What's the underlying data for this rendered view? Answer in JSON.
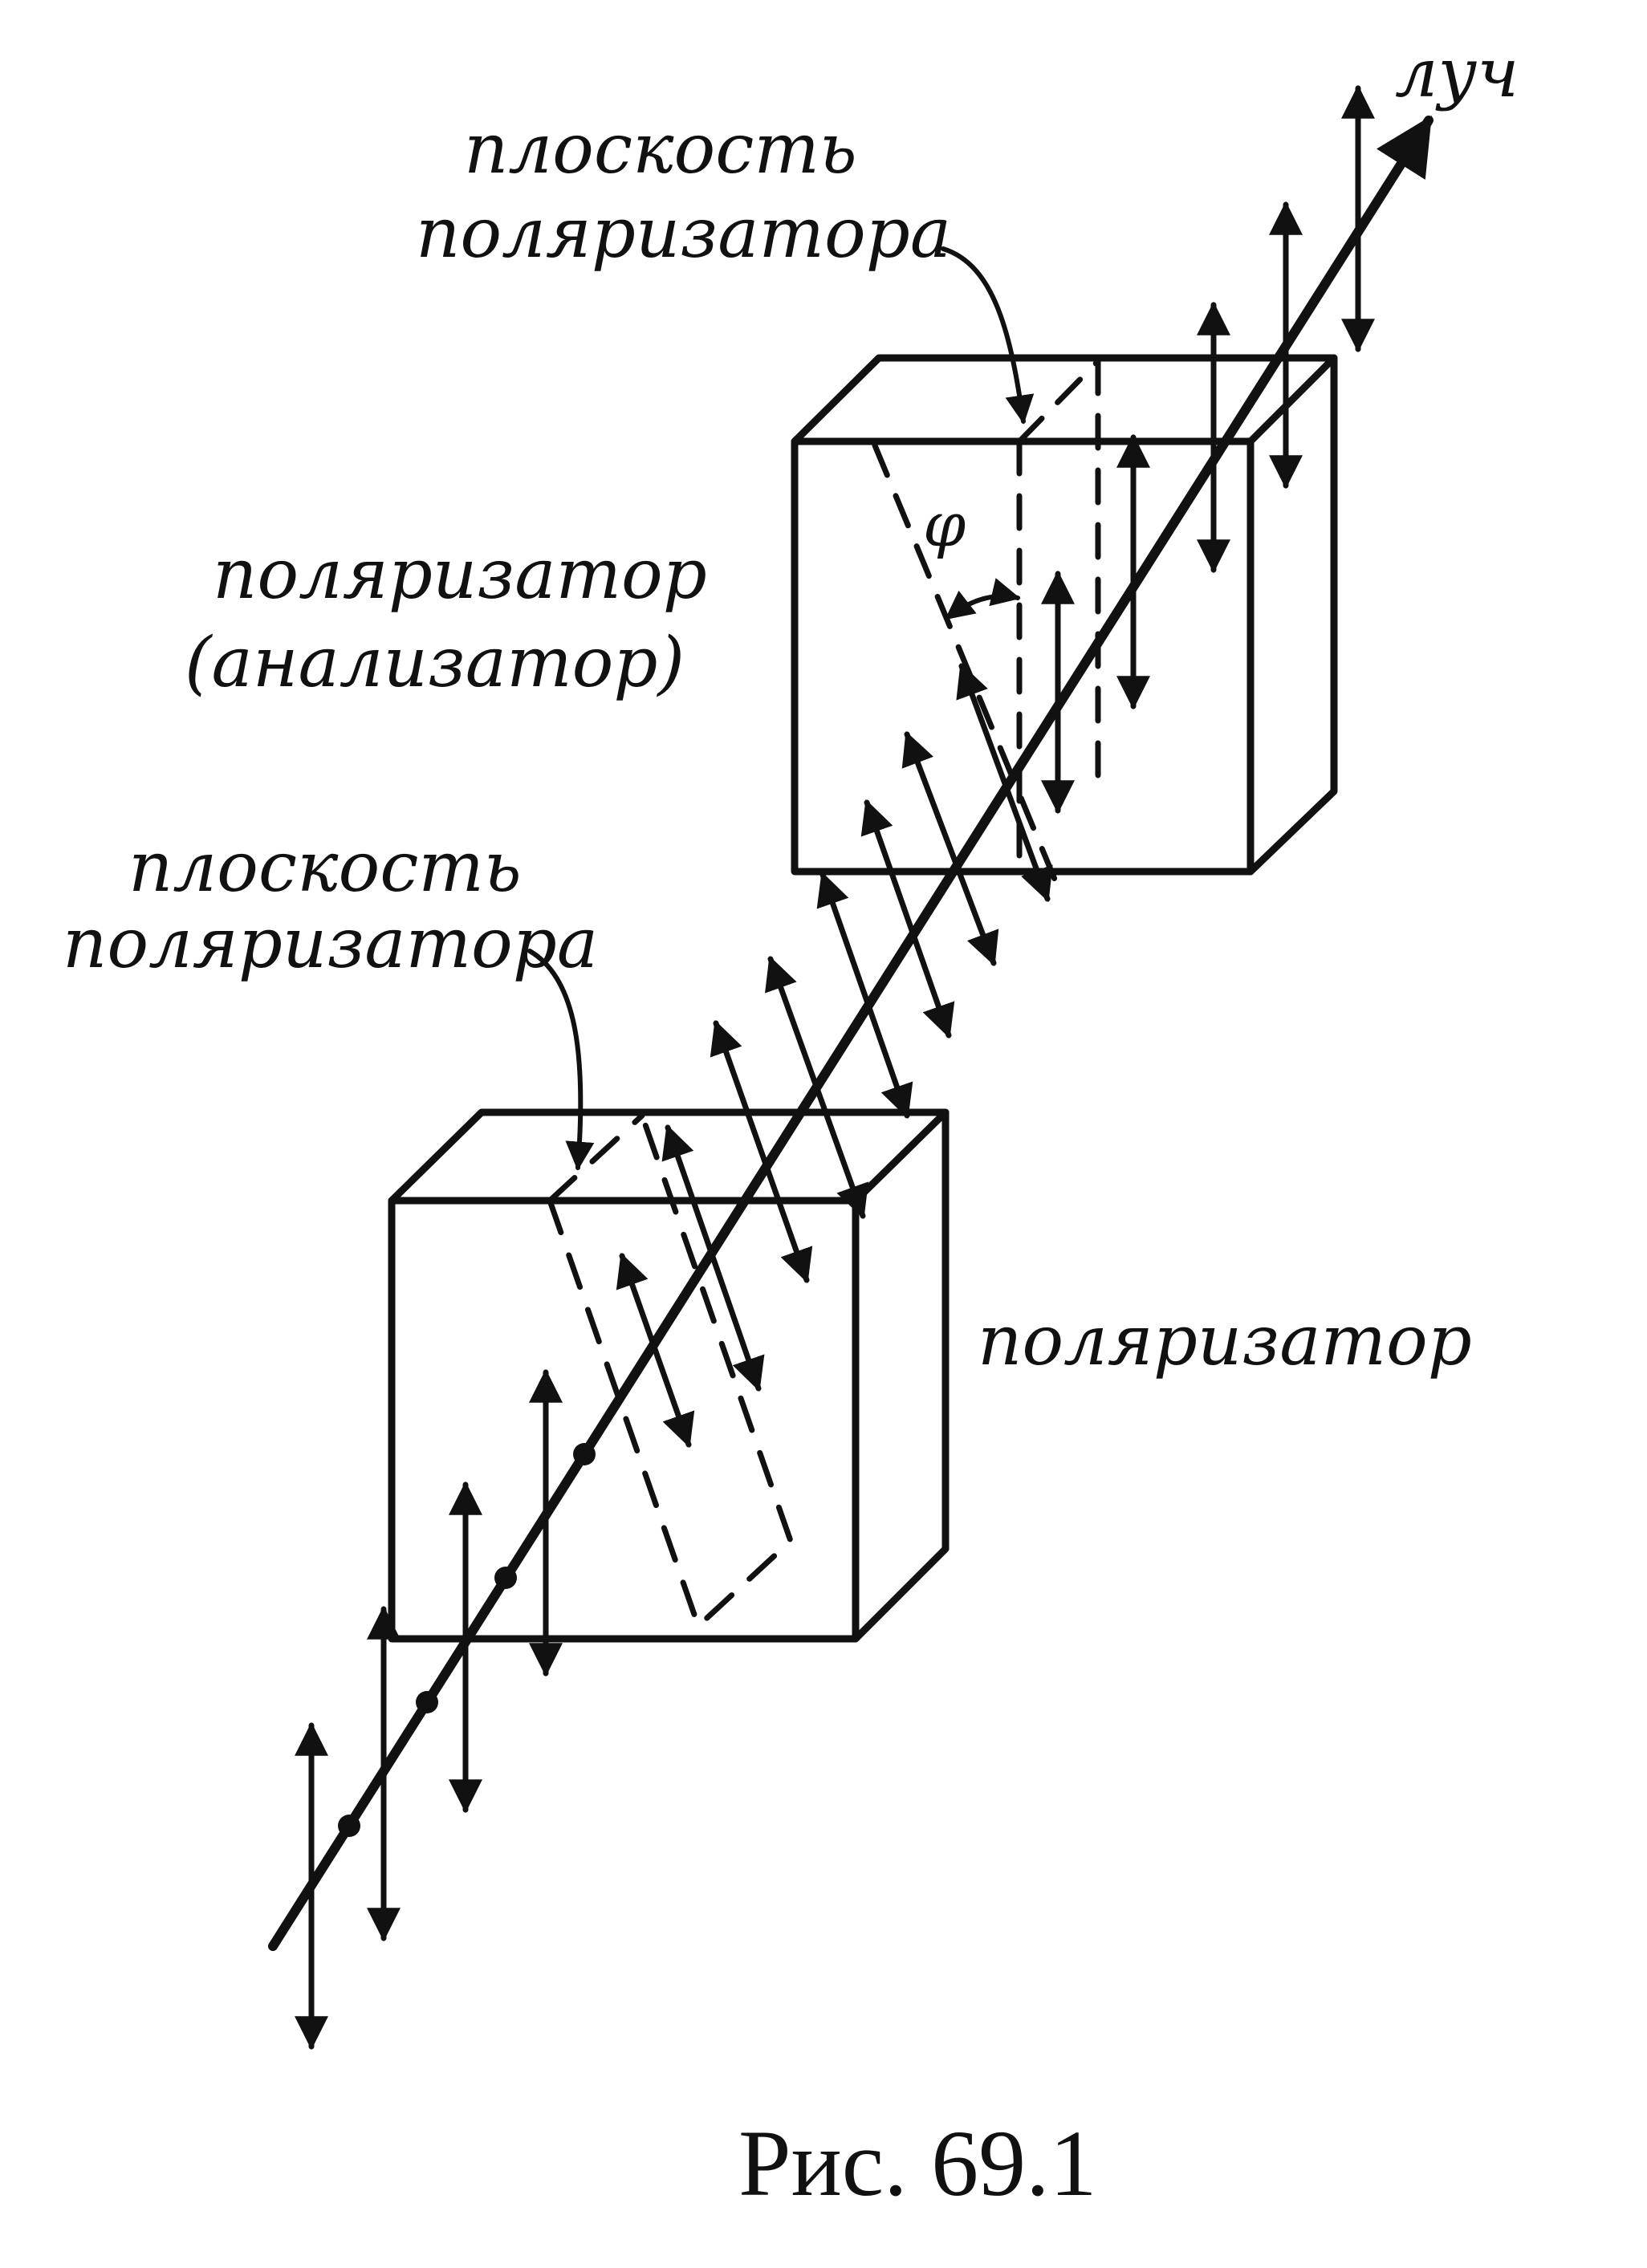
{
  "labels": {
    "ray": "луч",
    "polarizer_plane_top": [
      "плоскость",
      "поляризатора"
    ],
    "analyzer": [
      "поляризатор",
      "(анализатор)"
    ],
    "polarizer_plane_bottom": [
      "плоскость",
      "поляризатора"
    ],
    "polarizer": "поляризатор",
    "angle": "φ"
  },
  "caption": "Рис. 69.1",
  "colors": {
    "ink": "#111111",
    "background": "#ffffff"
  }
}
